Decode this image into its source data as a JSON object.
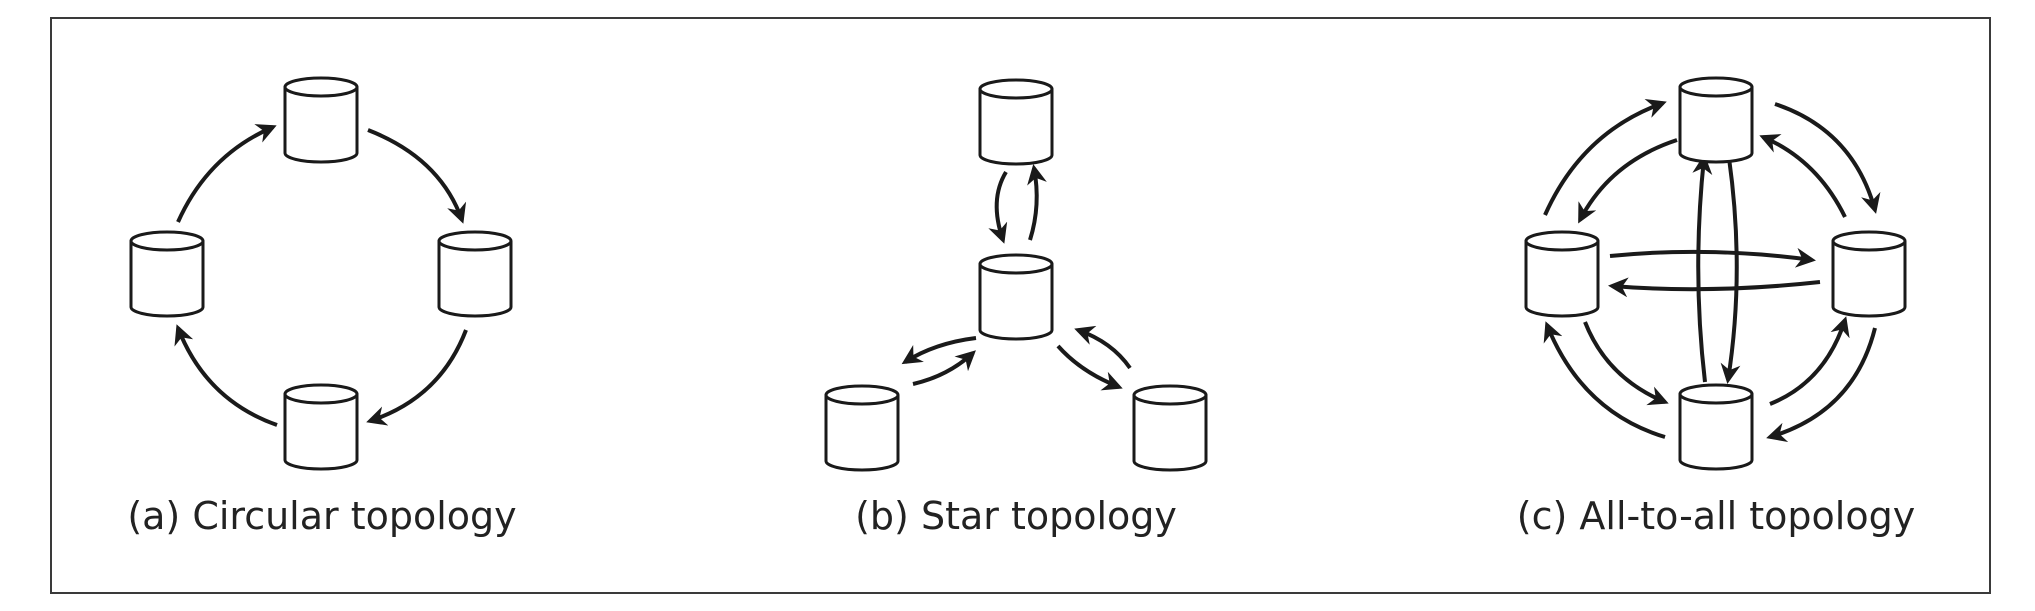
{
  "diagram": {
    "colors": {
      "stroke": "#1a1a1a",
      "fill": "#ffffff",
      "text": "#222222"
    },
    "panels": [
      {
        "id": "a",
        "caption": "(a) Circular topology"
      },
      {
        "id": "b",
        "caption": "(b) Star topology"
      },
      {
        "id": "c",
        "caption": "(c) All-to-all topology"
      }
    ]
  }
}
